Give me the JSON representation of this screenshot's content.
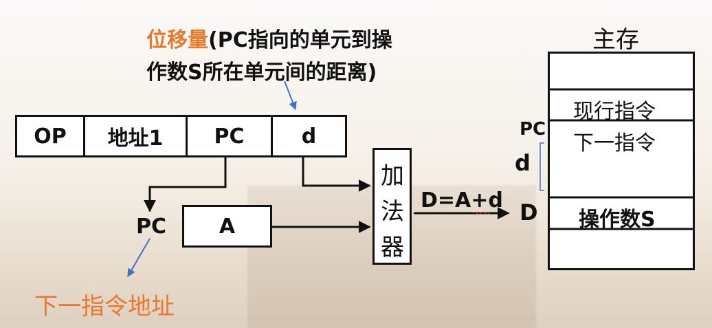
{
  "annotation": {
    "keyword": "位移量",
    "line1_rest": "(PC指向的单元到操",
    "line2": "作数S所在单元间的距离)"
  },
  "instruction": {
    "fields": [
      "OP",
      "地址1",
      "PC",
      "d"
    ]
  },
  "pc_label": "PC",
  "a_register": "A",
  "adder": {
    "chars": [
      "加",
      "法",
      "器"
    ]
  },
  "formula": "D=A+d",
  "next_addr_label": "下一指令地址",
  "memory": {
    "title": "主存",
    "cells": [
      "",
      "现行指令",
      "下一指令",
      "操作数S",
      ""
    ],
    "pc_marker": "PC",
    "d_marker": "d",
    "D_marker": "D"
  },
  "colors": {
    "accent": "#e9782c",
    "arrow_blue": "#3f72c4",
    "line": "#111111"
  }
}
